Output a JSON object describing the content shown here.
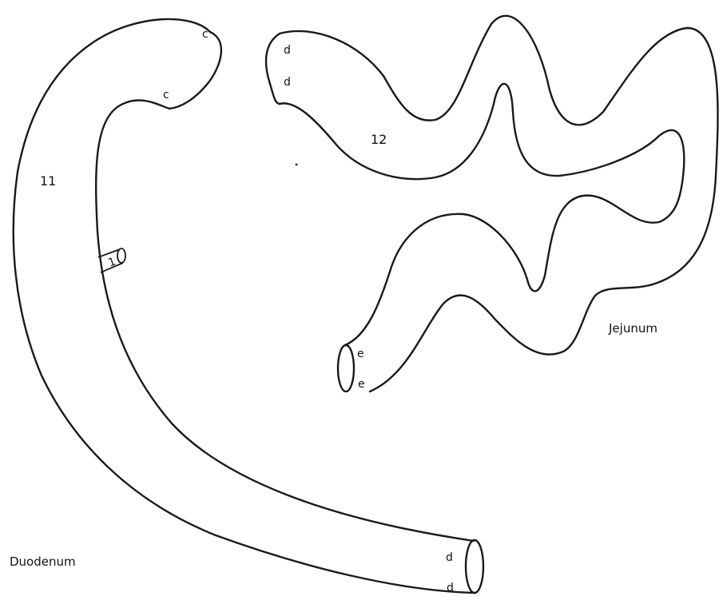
{
  "figure": {
    "background_color": "#ffffff",
    "line_color": "#1a1a1a",
    "segments": [
      {
        "id": "duodenum",
        "name": "Duodenum",
        "number": "11",
        "end_labels": {
          "top_outer": "c",
          "top_inner": "c",
          "bottom_upper": "d",
          "bottom_lower": "d"
        },
        "side_mark": "1"
      },
      {
        "id": "jejunum",
        "name": "Jejunum",
        "number": "12",
        "end_labels": {
          "top_upper": "d",
          "top_lower": "d",
          "bottom_upper": "e",
          "bottom_lower": "e"
        }
      }
    ]
  }
}
